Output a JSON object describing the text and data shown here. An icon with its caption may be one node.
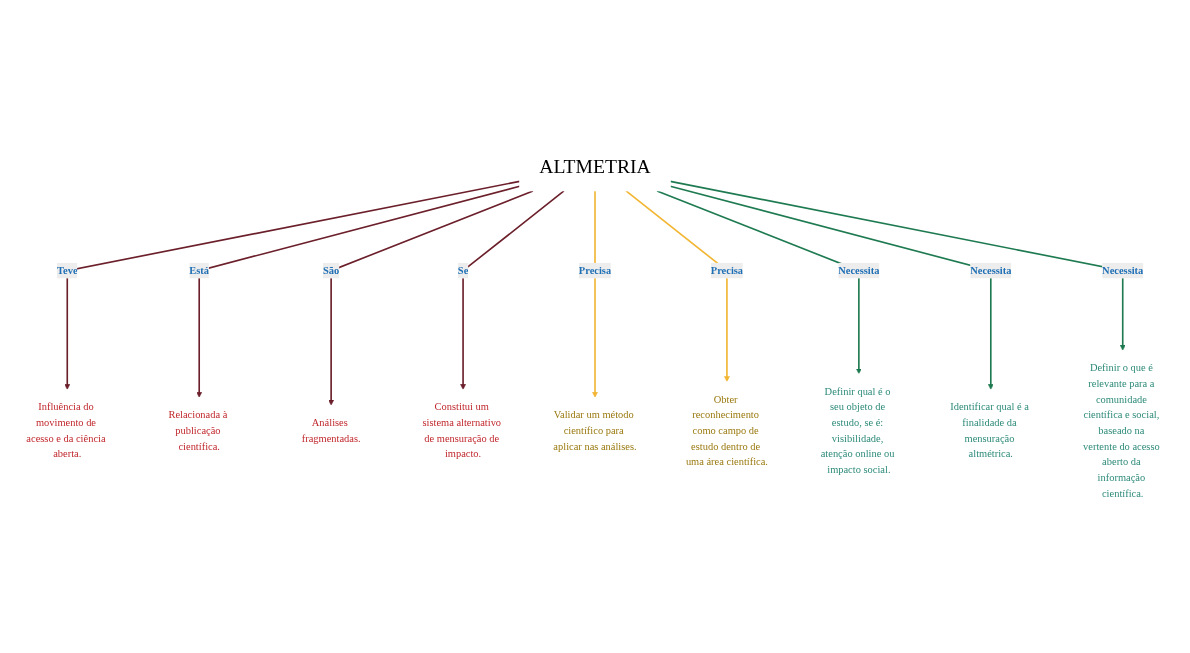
{
  "diagram": {
    "nodes": [
      {
        "text": [
          "ALTMETRIA"
        ]
      },
      {
        "text": [
          "Influência do movimento de acesso e da ciência aberta."
        ]
      },
      {
        "text": [
          "Relacionada à publicação científica."
        ]
      },
      {
        "text": [
          "Análises fragmentadas."
        ]
      },
      {
        "text": [
          "Constitui um sistema alternativo de mensuração de impacto."
        ]
      },
      {
        "text": [
          "Validar um método científico para aplicar nas análises."
        ]
      },
      {
        "text": [
          "Obter reconhecimento como campo de estudo dentro de uma área científica."
        ]
      },
      {
        "text": [
          "Definir qual é o seu objeto de estudo, se é: visibilidade, atenção online ou impacto social."
        ]
      },
      {
        "text": [
          "Identificar qual é a finalidade da mensuração altmétrica."
        ]
      },
      {
        "text": [
          "Definir o que é relevante para a comunidade científica e social, baseado na vertente do acesso aberto da informação científica."
        ]
      }
    ],
    "edges": [
      {
        "from": 0,
        "to": 1,
        "arrow": "to",
        "label": "Teve",
        "color": "#6b1f2a"
      },
      {
        "from": 0,
        "to": 2,
        "arrow": "to",
        "label": "Está",
        "color": "#6b1f2a"
      },
      {
        "from": 0,
        "to": 3,
        "arrow": "to",
        "label": "São",
        "color": "#6b1f2a"
      },
      {
        "from": 0,
        "to": 4,
        "arrow": "to",
        "label": "Se",
        "color": "#6b1f2a"
      },
      {
        "from": 0,
        "to": 5,
        "arrow": "to",
        "label": "Precisa",
        "color": "#f2b632"
      },
      {
        "from": 0,
        "to": 6,
        "arrow": "to",
        "label": "Precisa",
        "color": "#f2b632"
      },
      {
        "from": 0,
        "to": 7,
        "arrow": "to",
        "label": "Necessita",
        "color": "#1e7a50"
      },
      {
        "from": 0,
        "to": 8,
        "arrow": "to",
        "label": "Necessita",
        "color": "#1e7a50"
      },
      {
        "from": 0,
        "to": 9,
        "arrow": "to",
        "label": "Necessita",
        "color": "#1e7a50"
      }
    ]
  }
}
